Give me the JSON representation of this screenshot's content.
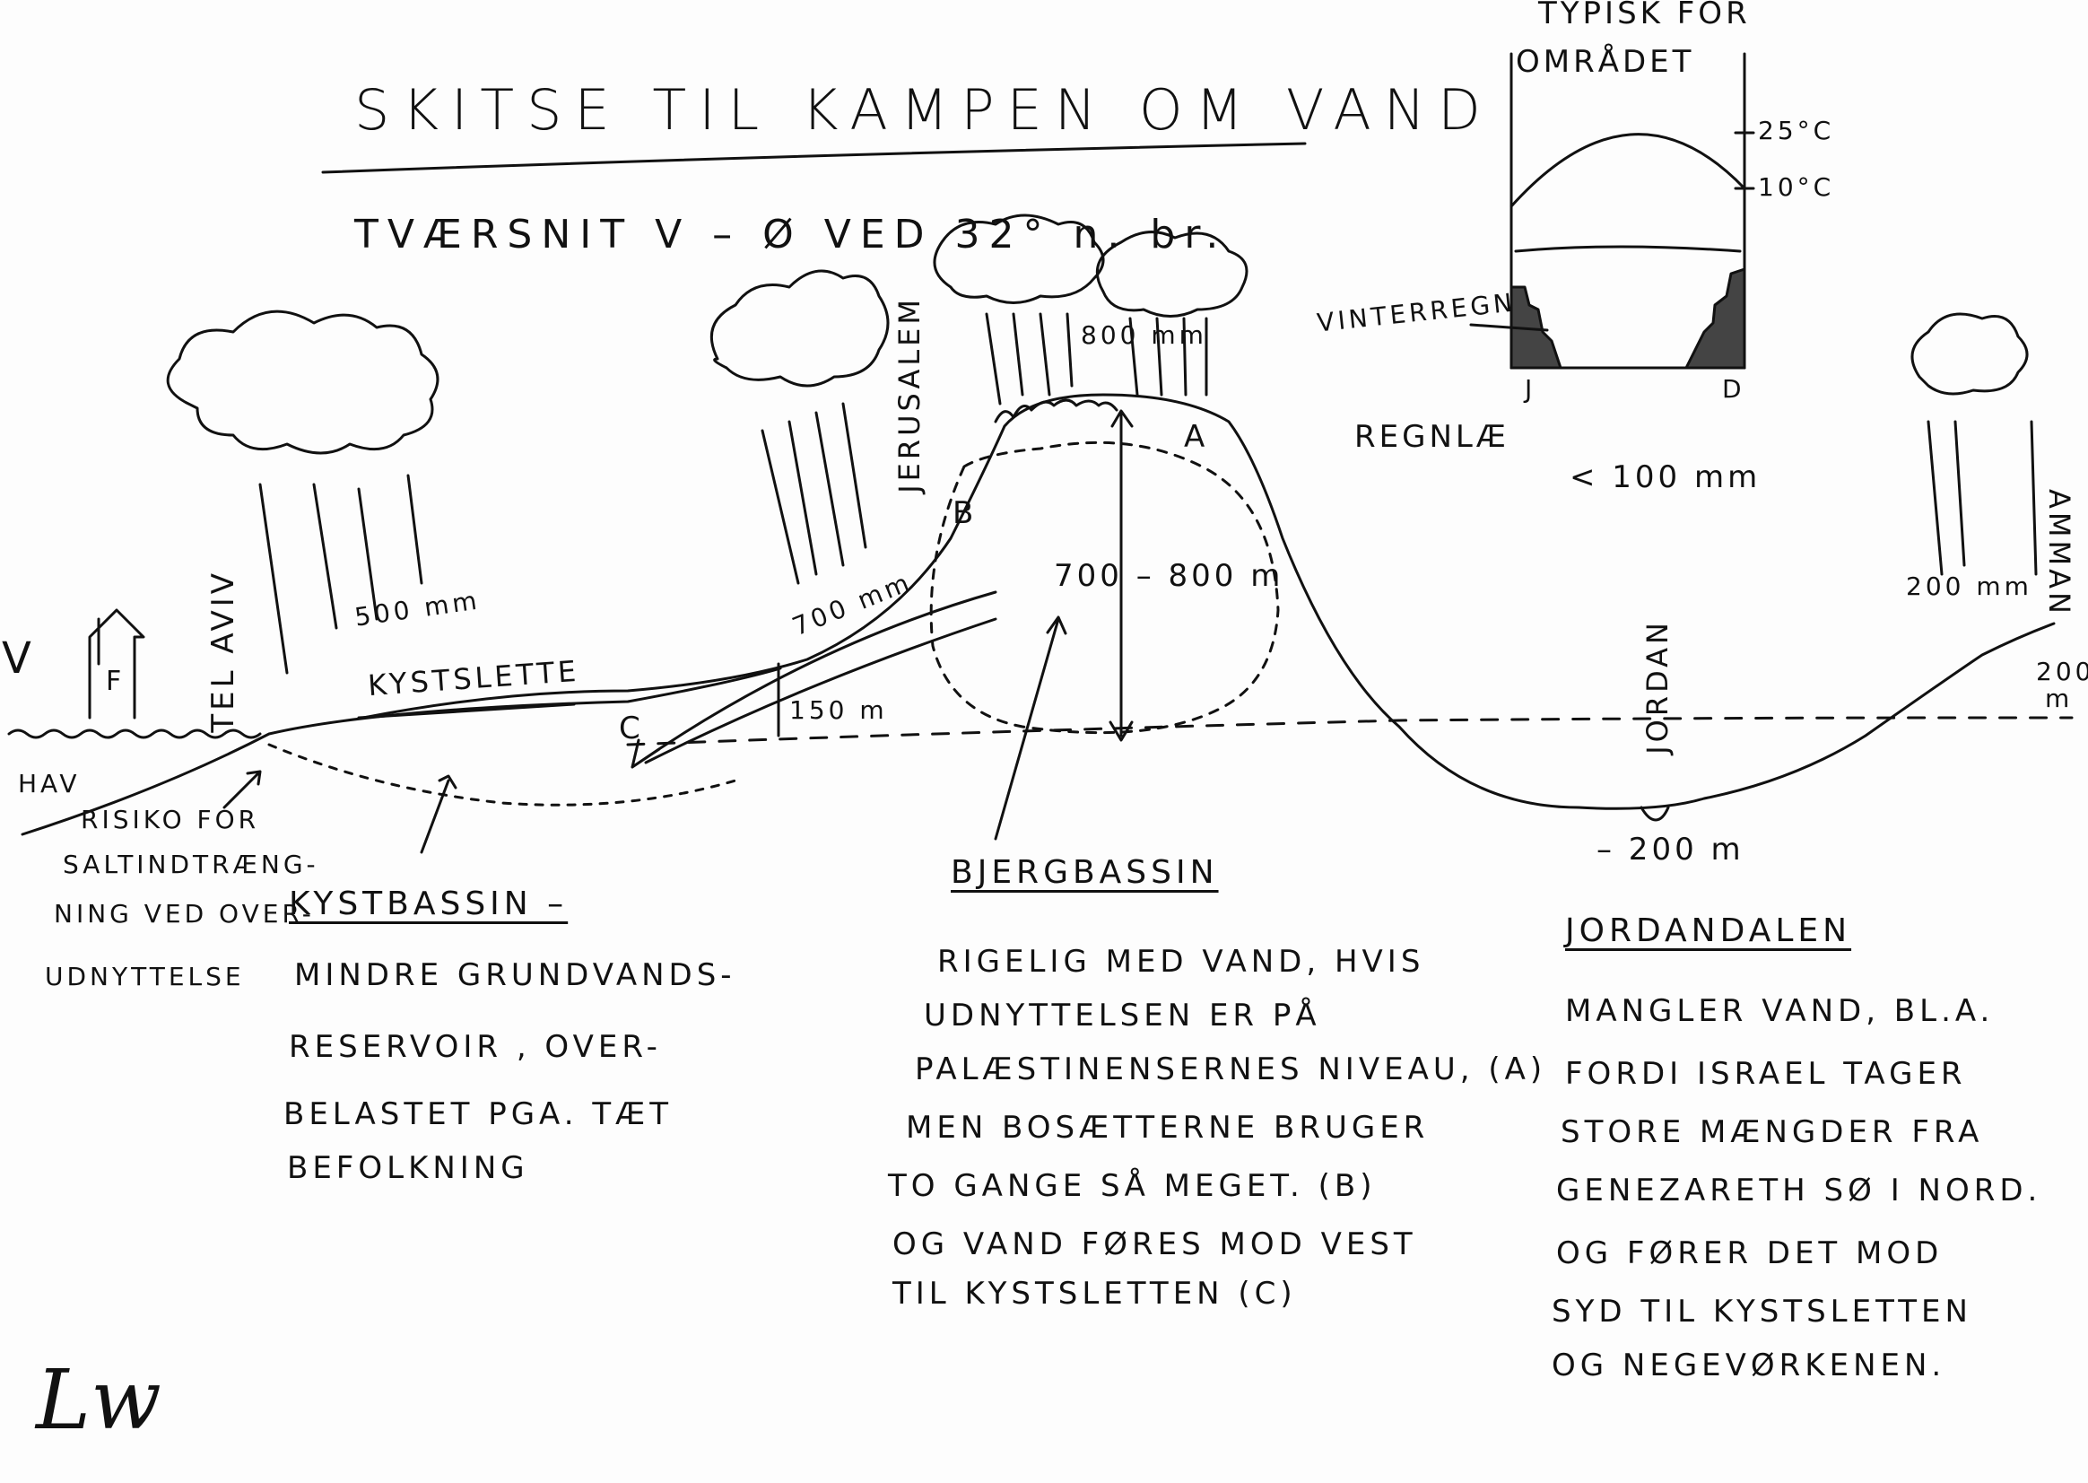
{
  "title": "SKITSE TIL KAMPEN OM VAND",
  "subtitle": "TVÆRSNIT   V – Ø   VED    32° n. br.",
  "labels": {
    "wind": "V",
    "wind_f": "F",
    "sea": "HAV",
    "tel_aviv": "TEL AVIV",
    "coastal_plain": "KYSTSLETTE",
    "rain_500": "500 mm",
    "rain_700": "700 mm",
    "rain_800": "800 mm",
    "jerusalem": "JERUSALEM",
    "point_a": "A",
    "point_b": "B",
    "point_c": "C",
    "depth_700_800": "700 – 800 m",
    "depth_150": "150 m",
    "winter_rain": "VINTERREGN",
    "rain_shadow": "REGNLÆ",
    "rain_under_100": "< 100 mm",
    "jordan": "JORDAN",
    "jordan_depth": "– 200 m",
    "rain_200": "200 mm",
    "amman": "AMMAN",
    "amman_elevation": "200",
    "amman_elevation_unit": "m"
  },
  "climate_chart": {
    "title_line1": "TYPISK FOR",
    "title_line2": "OMRÅDET",
    "temp_high": "25°C",
    "temp_low": "10°C",
    "month_start": "J",
    "month_end": "D"
  },
  "captions": {
    "salt_intrusion": [
      "RISIKO FOR",
      "SALTINDTRÆNG-",
      "NING VED OVER-",
      "UDNYTTELSE"
    ],
    "coastal_basin": {
      "heading": "KYSTBASSIN –",
      "lines": [
        "MINDRE GRUNDVANDS-",
        "RESERVOIR , OVER-",
        "BELASTET PGA. TÆT",
        "BEFOLKNING"
      ]
    },
    "mountain_basin": {
      "heading": "BJERGBASSIN",
      "lines": [
        "RIGELIG MED VAND, HVIS",
        "UDNYTTELSEN ER PÅ",
        "PALÆSTINENSERNES NIVEAU, (A)",
        "MEN BOSÆTTERNE BRUGER",
        "TO GANGE SÅ MEGET. (B)",
        "OG VAND FØRES MOD VEST",
        "TIL KYSTSLETTEN (C)"
      ]
    },
    "jordan_valley": {
      "heading": "JORDANDALEN",
      "lines": [
        "MANGLER VAND, BL.A.",
        "FORDI ISRAEL TAGER",
        "STORE MÆNGDER FRA",
        "GENEZARETH SØ I NORD.",
        "OG FØRER DET MOD",
        "SYD TIL KYSTSLETTEN",
        "OG NEGEVØRKENEN."
      ]
    }
  },
  "signature": "Lw"
}
